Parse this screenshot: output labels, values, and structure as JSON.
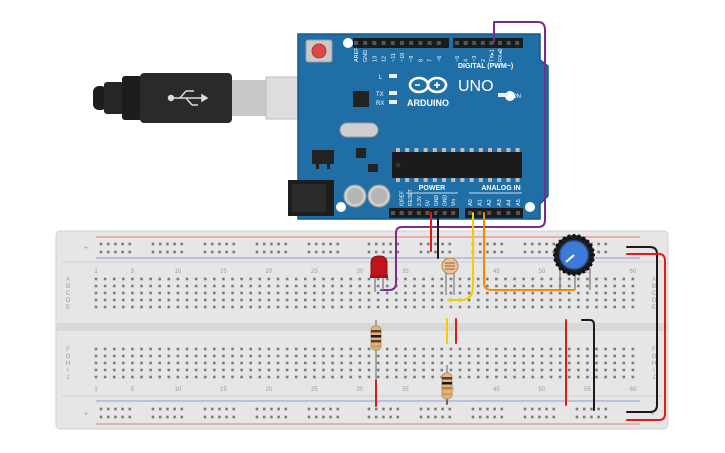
{
  "board": {
    "brand": "ARDUINO",
    "model": "UNO",
    "digital_header": "DIGITAL (PWM~)",
    "analog_header": "ANALOG IN",
    "power_header": "POWER",
    "on_label": "ON",
    "led_labels": [
      "L",
      "TX",
      "RX"
    ],
    "digital_pins": [
      "AREF",
      "GND",
      "13",
      "12",
      "~11",
      "~10",
      "~9",
      "8",
      "7",
      "~6",
      "~5",
      "4",
      "~3",
      "2",
      "TX▸1",
      "RX◂0"
    ],
    "power_pins": [
      "IOREF",
      "RESET",
      "3.3V",
      "5V",
      "GND",
      "GND",
      "Vin"
    ],
    "analog_pins": [
      "A0",
      "A1",
      "A2",
      "A3",
      "A4",
      "A5"
    ],
    "colors": {
      "board": "#1f6fa6",
      "board_edge": "#175a89",
      "header": "#1b1b1b"
    }
  },
  "breadboard": {
    "column_numbers": [
      "1",
      "5",
      "10",
      "15",
      "20",
      "25",
      "30",
      "35",
      "40",
      "45",
      "50",
      "55",
      "60"
    ],
    "row_letters_top": [
      "A",
      "B",
      "C",
      "D",
      "E"
    ],
    "row_letters_bottom": [
      "F",
      "G",
      "H",
      "I",
      "J"
    ],
    "colors": {
      "body": "#e6e6e6",
      "hole": "#7b7b7b",
      "rail_red": "#e47a7a",
      "rail_blue": "#8aa0d0"
    }
  },
  "components": {
    "led": "red-led",
    "photoresistor": "photoresistor",
    "potentiometer": "potentiometer",
    "resistors": [
      "resistor-led",
      "resistor-ldr"
    ],
    "usb_cable": "usb-cable"
  },
  "wire_colors": {
    "purple": "#7a2b8e",
    "red": "#e01b1b",
    "black": "#1a1a1a",
    "yellow": "#f3cd00",
    "orange": "#f28b00"
  }
}
